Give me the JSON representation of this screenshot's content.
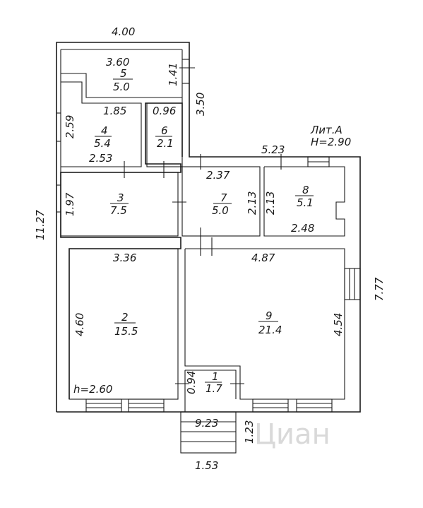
{
  "plan": {
    "letter": "Лит.А",
    "height": "H=2.90",
    "ceiling": "h=2.60",
    "watermark": "Циан"
  },
  "dimensions": {
    "top_width": "4.00",
    "right_width": "5.23",
    "left_height": "11.27",
    "right_height": "7.77",
    "top_height": "3.50",
    "bottom": "9.23",
    "porch_w": "1.53",
    "porch_h": "1.23"
  },
  "rooms": [
    {
      "num": "5",
      "area": "5.0",
      "d1": "3.60",
      "d2": "1.41"
    },
    {
      "num": "4",
      "area": "5.4",
      "d1": "1.85",
      "d2": "2.59",
      "d3": "2.53"
    },
    {
      "num": "6",
      "area": "2.1",
      "d1": "0.96"
    },
    {
      "num": "3",
      "area": "7.5",
      "d1": "1.97"
    },
    {
      "num": "7",
      "area": "5.0",
      "d1": "2.37",
      "d2": "2.13"
    },
    {
      "num": "8",
      "area": "5.1",
      "d1": "2.13",
      "d2": "2.48"
    },
    {
      "num": "2",
      "area": "15.5",
      "d1": "3.36",
      "d2": "4.60"
    },
    {
      "num": "9",
      "area": "21.4",
      "d1": "4.87",
      "d2": "4.54"
    },
    {
      "num": "1",
      "area": "1.7",
      "d1": "0.94"
    }
  ]
}
